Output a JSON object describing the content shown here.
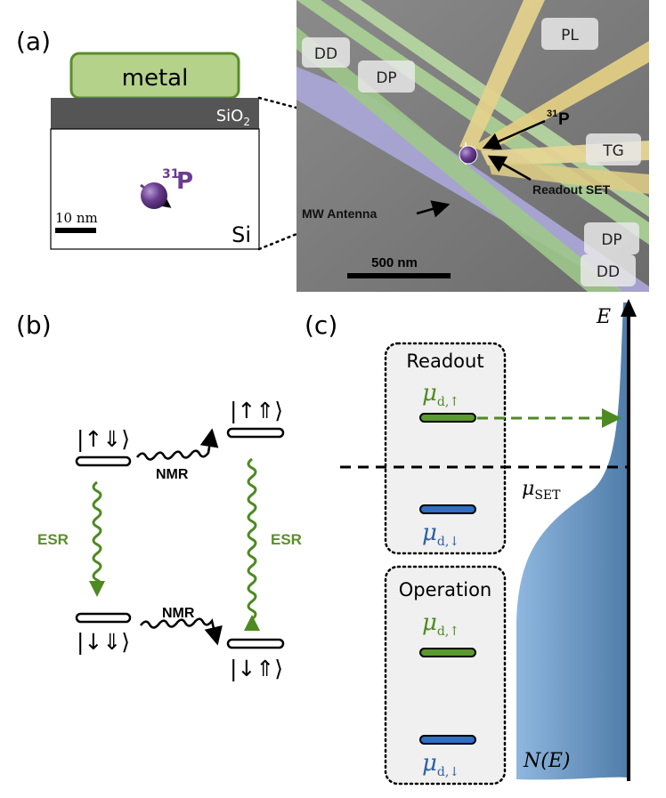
{
  "panels": {
    "a": "(a)",
    "b": "(b)",
    "c": "(c)"
  },
  "cross_section": {
    "metal": "metal",
    "oxide": "SiO",
    "oxide_sub": "2",
    "substrate": "Si",
    "isotope": "31",
    "element": "P",
    "scalebar": "10 nm"
  },
  "sem": {
    "tags": {
      "dd_top": "DD",
      "dp_top": "DP",
      "pl": "PL",
      "tg": "TG",
      "dp_bottom": "DP",
      "dd_bottom": "DD"
    },
    "isotope": "31",
    "element": "P",
    "readout_set": "Readout SET",
    "mw_antenna": "MW Antenna",
    "scalebar": "500 nm"
  },
  "energy_levels": {
    "state_top_left": "|↑⇓⟩",
    "state_top_right": "|↑⇑⟩",
    "state_bottom_left": "|↓⇓⟩",
    "state_bottom_right": "|↓⇑⟩",
    "nmr_top": "NMR",
    "nmr_bottom": "NMR",
    "esr_left": "ESR",
    "esr_right": "ESR"
  },
  "readout_scheme": {
    "readout_title": "Readout",
    "operation_title": "Operation",
    "mu": "μ",
    "sub_up": "d,↑",
    "sub_down": "d,↓",
    "sub_set": "SET",
    "energy_axis": "E",
    "dos_label": "N(E)"
  },
  "colors": {
    "metal": "#b5d28a",
    "oxide": "#555555",
    "phosphorus": "#6a3d8f",
    "spin_up": "#5a9a2e",
    "spin_down": "#2f6fc4",
    "dos_fill": "#6f9ccb"
  }
}
